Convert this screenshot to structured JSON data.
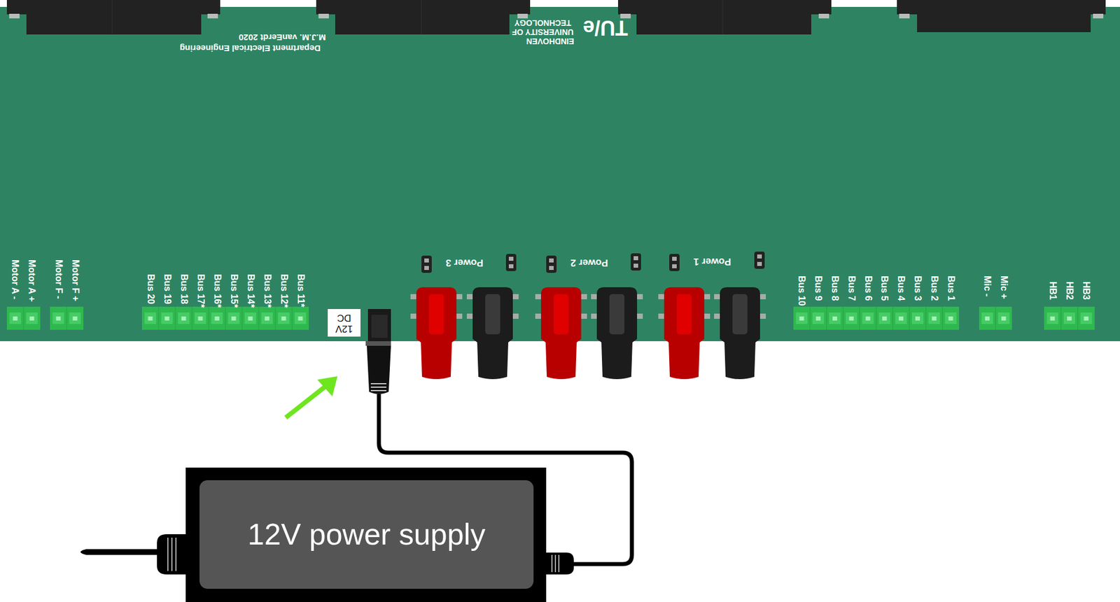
{
  "diagram": {
    "nodes": [
      {
        "text": [
          "12V power supply"
        ]
      },
      {
        "text": [
          "12V DC"
        ]
      }
    ],
    "labels": [
      "Department Electrical Engineering",
      "M.J.M. vanEerdt 2020",
      "TU/e",
      "EINDHOVEN",
      "UNIVERSITY OF",
      "TECHNOLOGY",
      "Motor A -",
      "Motor A +",
      "Motor F -",
      "Motor F +",
      "Bus 20",
      "Bus 19",
      "Bus 18",
      "Bus 17*",
      "Bus 16*",
      "Bus 15*",
      "Bus 14*",
      "Bus 13*",
      "Bus 12*",
      "Bus 11*",
      "Power 3",
      "Power 2",
      "Power 1",
      "Bus 10",
      "Bus 9",
      "Bus 8",
      "Bus 7",
      "Bus 6",
      "Bus 5",
      "Bus 4",
      "Bus 3",
      "Bus 2",
      "Bus 1",
      "Mic -",
      "Mic +",
      "HB1",
      "HB2",
      "HB3"
    ]
  }
}
